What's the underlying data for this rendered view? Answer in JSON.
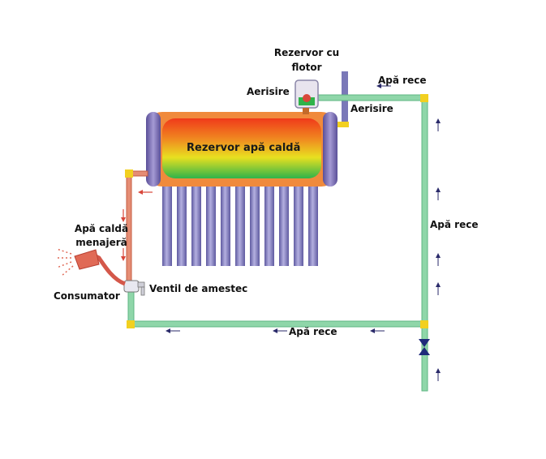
{
  "labels": {
    "float_tank_line1": "Rezervor cu",
    "float_tank_line2": "flotor",
    "air_vent_left": "Aerisire",
    "air_vent_right": "Aerisire",
    "cold_water_top": "Apă rece",
    "hot_tank": "Rezervor apă caldă",
    "cold_water_right": "Apă rece",
    "hot_domestic_line1": "Apă caldă",
    "hot_domestic_line2": "menajeră",
    "mixing_valve": "Ventil de amestec",
    "consumer": "Consumator",
    "cold_water_bottom": "Apă rece"
  },
  "colors": {
    "cold_pipe": "#8fd6a9",
    "cold_pipe_edge": "#5fb783",
    "hot_pipe": "#e58d74",
    "hot_pipe_edge": "#c45c42",
    "vent_pipe": "#7a78b8",
    "tube": "#7c76b6",
    "tank_shell": "#f08a3c",
    "tank_cap": "#7a6cb0",
    "arrow": "#2a2a6a",
    "hot_arrow": "#d8463a",
    "fitting": "#f2d020"
  }
}
